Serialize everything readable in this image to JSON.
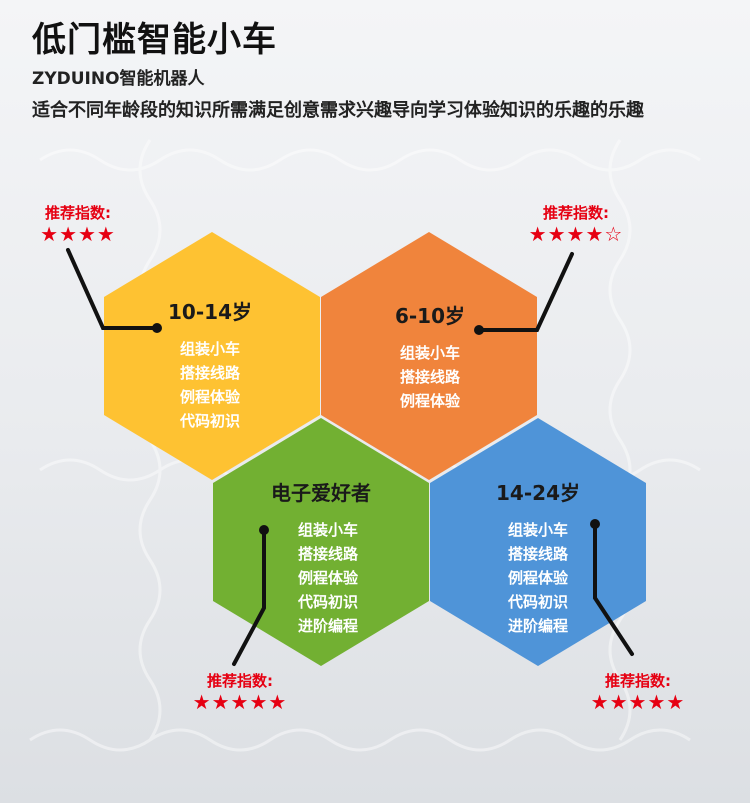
{
  "header": {
    "title": "低门槛智能小车",
    "subtitle": "ZYDUINO智能机器人",
    "description": "适合不同年龄段的知识所需满足创意需求兴趣导向学习体验知识的乐趣的乐趣"
  },
  "colors": {
    "yellow": "#fec232",
    "orange": "#f0843c",
    "green": "#72b032",
    "blue": "#4f94d8",
    "star_red": "#e60012"
  },
  "hexagons": [
    {
      "id": "yellow",
      "age": "10-14岁",
      "items": [
        "组装小车",
        "搭接线路",
        "例程体验",
        "代码初识"
      ]
    },
    {
      "id": "orange",
      "age": "6-10岁",
      "items": [
        "组装小车",
        "搭接线路",
        "例程体验"
      ]
    },
    {
      "id": "green",
      "age": "电子爱好者",
      "items": [
        "组装小车",
        "搭接线路",
        "例程体验",
        "代码初识",
        "进阶编程"
      ]
    },
    {
      "id": "blue",
      "age": "14-24岁",
      "items": [
        "组装小车",
        "搭接线路",
        "例程体验",
        "代码初识",
        "进阶编程"
      ]
    }
  ],
  "ratings": [
    {
      "label": "推荐指数:",
      "stars": "★★★★"
    },
    {
      "label": "推荐指数:",
      "stars": "★★★★☆"
    },
    {
      "label": "推荐指数:",
      "stars": "★★★★★"
    },
    {
      "label": "推荐指数:",
      "stars": "★★★★★"
    }
  ]
}
